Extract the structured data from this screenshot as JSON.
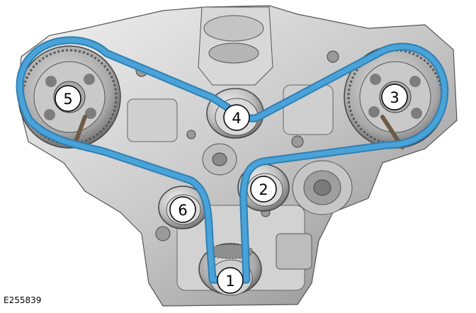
{
  "figure_id": "E255839",
  "callouts": [
    {
      "key": "crankshaft",
      "label": "1"
    },
    {
      "key": "tensioner",
      "label": "2"
    },
    {
      "key": "camshaft-right",
      "label": "3"
    },
    {
      "key": "idler-top",
      "label": "4"
    },
    {
      "key": "camshaft-left",
      "label": "5"
    },
    {
      "key": "idler-lower",
      "label": "6"
    }
  ],
  "colors": {
    "belt": "#4aa3d8",
    "belt_edge": "#2f7fb2",
    "engine_light": "#e6e6e6",
    "engine_mid": "#b9b9b9",
    "engine_dark": "#6e6e6e"
  }
}
